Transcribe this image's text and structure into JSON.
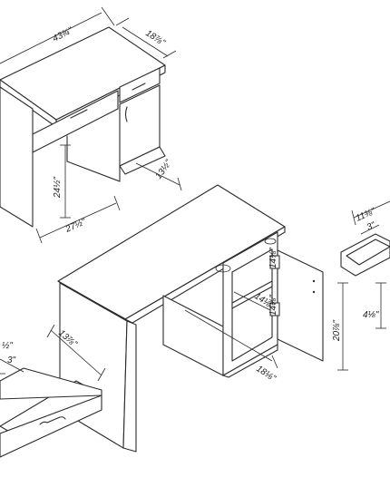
{
  "dimensions": {
    "desk_width": "43¾\"",
    "desk_depth": "18⅞\"",
    "desk_knee_height": "24½\"",
    "desk_knee_width": "27½\"",
    "desk_knee_depth": "13½\"",
    "shelf_width": "14⅛\"",
    "shelf_depth": "18⅛\"",
    "cabinet_height": "20⅞\"",
    "small_drawer_width": "11⅜\"",
    "small_drawer_inner_height": "3\"",
    "small_drawer_height": "4⅛\"",
    "large_drawer_depth": "13⅞\"",
    "large_drawer_inner_height": "3\"",
    "large_drawer_width_partial": "½\""
  }
}
